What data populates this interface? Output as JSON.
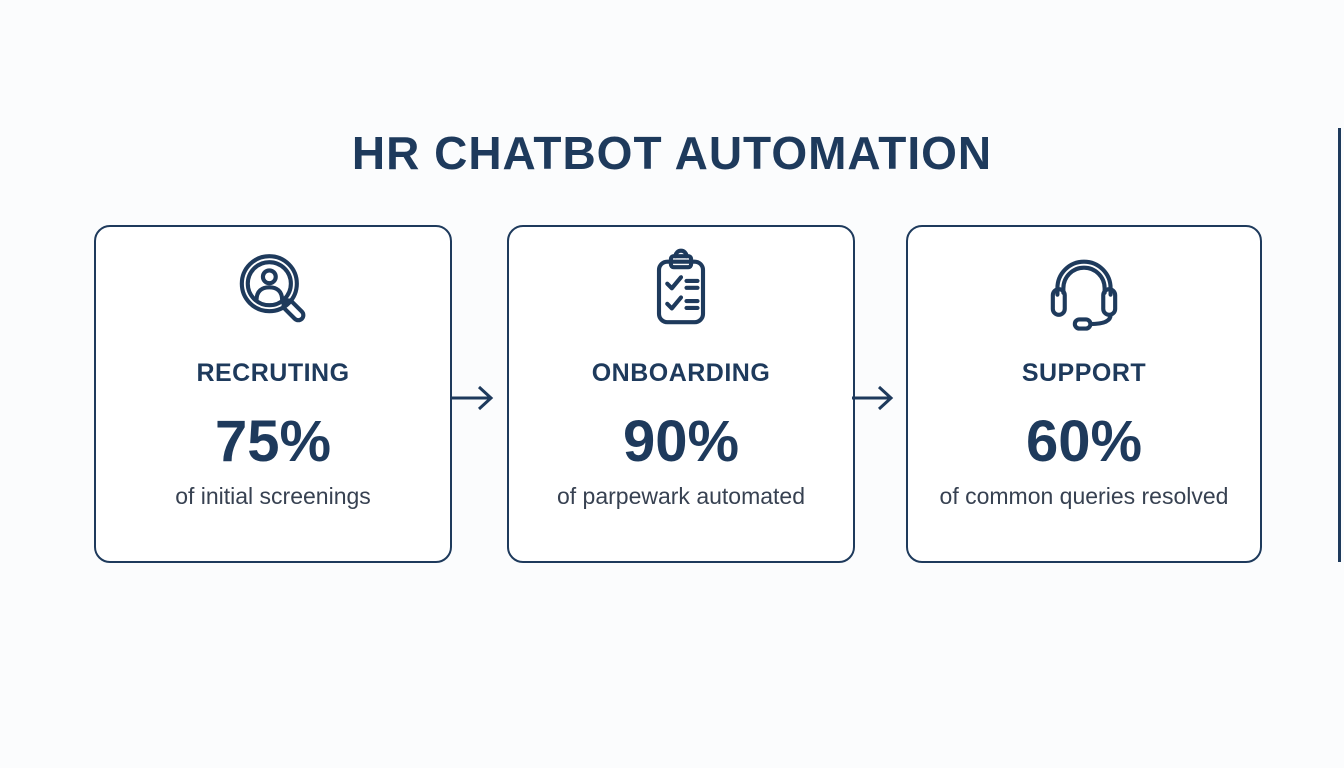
{
  "palette": {
    "ink": "#1e3a5c",
    "subtext": "#374151",
    "page_bg": "#fbfcfd",
    "card_bg": "#ffffff"
  },
  "header": {
    "title": "HR CHATBOT AUTOMATION"
  },
  "cards": [
    {
      "icon": "magnifier-person-icon",
      "label": "RECRUTING",
      "value": "75%",
      "description": "of initial screenings"
    },
    {
      "icon": "clipboard-checklist-icon",
      "label": "ONBOARDING",
      "value": "90%",
      "description": "of parpewark automated"
    },
    {
      "icon": "headset-icon",
      "label": "SUPPORT",
      "value": "60%",
      "description": "of common queries resolved"
    }
  ],
  "connectors": {
    "direction": "right",
    "count": 2
  },
  "artifacts": {
    "right_edge_partial_line": true
  }
}
